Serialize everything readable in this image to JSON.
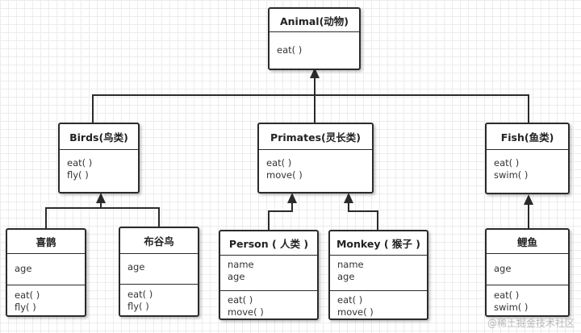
{
  "diagram": {
    "animal": {
      "name": "Animal(动物)",
      "methods": [
        "eat( )"
      ]
    },
    "birds": {
      "name": "Birds(鸟类)",
      "methods": [
        "eat( )",
        "fly( )"
      ]
    },
    "primates": {
      "name": "Primates(灵长类)",
      "methods": [
        "eat( )",
        "move( )"
      ]
    },
    "fish": {
      "name": "Fish(鱼类)",
      "methods": [
        "eat( )",
        "swim( )"
      ]
    },
    "magpie": {
      "name": "喜鹊",
      "attributes": [
        "age"
      ],
      "methods": [
        "eat( )",
        "fly( )"
      ]
    },
    "cuckoo": {
      "name": "布谷鸟",
      "attributes": [
        "age"
      ],
      "methods": [
        "eat( )",
        "fly( )"
      ]
    },
    "person": {
      "name": "Person ( 人类 )",
      "attributes": [
        "name",
        "age"
      ],
      "methods": [
        "eat( )",
        "move( )"
      ]
    },
    "monkey": {
      "name": "Monkey ( 猴子 )",
      "attributes": [
        "name",
        "age"
      ],
      "methods": [
        "eat( )",
        "move( )"
      ]
    },
    "carp": {
      "name": "鲤鱼",
      "attributes": [
        "age"
      ],
      "methods": [
        "eat( )",
        "swim( )"
      ]
    }
  },
  "watermark": "@稀土掘金技术社区"
}
